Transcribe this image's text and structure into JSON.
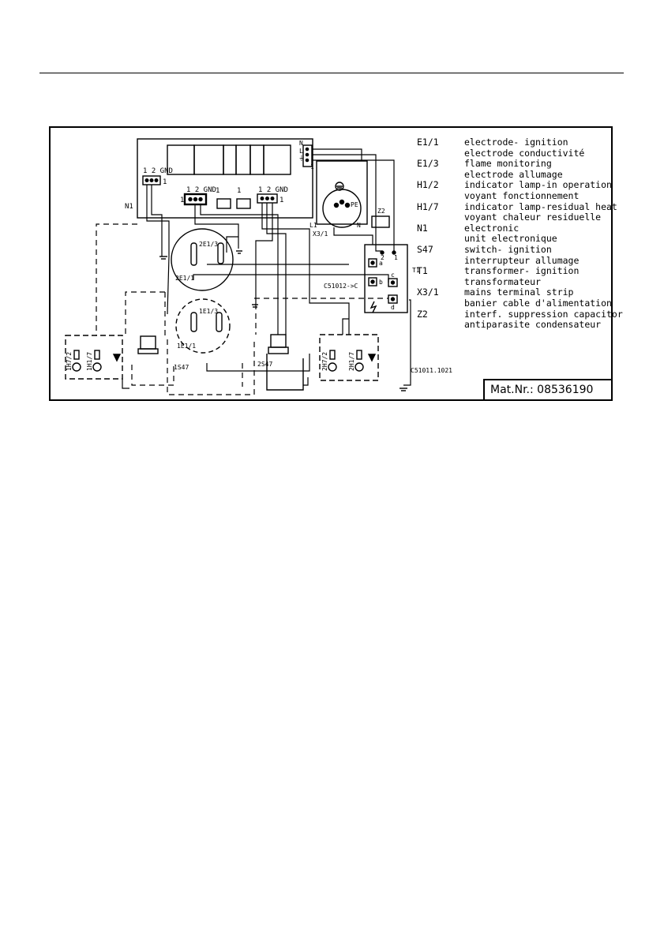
{
  "diagram": {
    "labels": {
      "n1": "N1",
      "n1_conn_left": "1 2 GND",
      "n1_conn_left_pin": "1",
      "n1_conn_mid": "1 2 GND",
      "n1_conn_mid_pin": "1",
      "n1_conn_right": "1 2 GND",
      "n1_conn_right_pin": "1",
      "n1_relay1": "1",
      "n1_relay2": "1",
      "mains_n": "N",
      "mains_l": "L",
      "mains_gnd": "⏚",
      "mains_1": "1",
      "pe": "PE",
      "l1": "L1",
      "n": "N",
      "x31": "X3/1",
      "z2": "Z2",
      "t1": "T1",
      "t1_a": "a",
      "t1_b": "b",
      "t1_c": "c",
      "t1_d": "d",
      "t1_1": "1",
      "t1_2": "2",
      "c51012": "C51012->C",
      "c51011": "C51011.1021",
      "e2_13": "2E1/3",
      "e2_11": "2E1/1",
      "e1_13": "1E1/3",
      "e1_11": "1E1/1",
      "s1_47": "1S47",
      "s2_47": "2S47",
      "h1_h72": "1H7/2",
      "h1_h17": "1H1/7",
      "h2_h72": "2H7/2",
      "h2_h17": "2H1/7"
    }
  },
  "legend": [
    {
      "code": "E1/1",
      "lines": [
        "electrode- ignition",
        "electrode conductivité"
      ]
    },
    {
      "code": "E1/3",
      "lines": [
        "flame monitoring",
        "electrode allumage"
      ]
    },
    {
      "code": "H1/2",
      "lines": [
        "indicator lamp-in operation",
        "voyant fonctionnement"
      ]
    },
    {
      "code": "H1/7",
      "lines": [
        "indicator lamp-residual heat",
        "voyant chaleur residuelle"
      ]
    },
    {
      "code": "N1",
      "lines": [
        "electronic",
        "unit electronique"
      ]
    },
    {
      "code": "S47",
      "lines": [
        "switch- ignition",
        "interrupteur allumage"
      ]
    },
    {
      "code": "T1",
      "lines": [
        "transformer- ignition",
        "transformateur"
      ]
    },
    {
      "code": "X3/1",
      "lines": [
        "mains terminal strip",
        "banier cable d'alimentation"
      ]
    },
    {
      "code": "Z2",
      "lines": [
        "interf. suppression capacitor",
        "antiparasite condensateur"
      ]
    }
  ],
  "mat_nr": "Mat.Nr.: 08536190"
}
